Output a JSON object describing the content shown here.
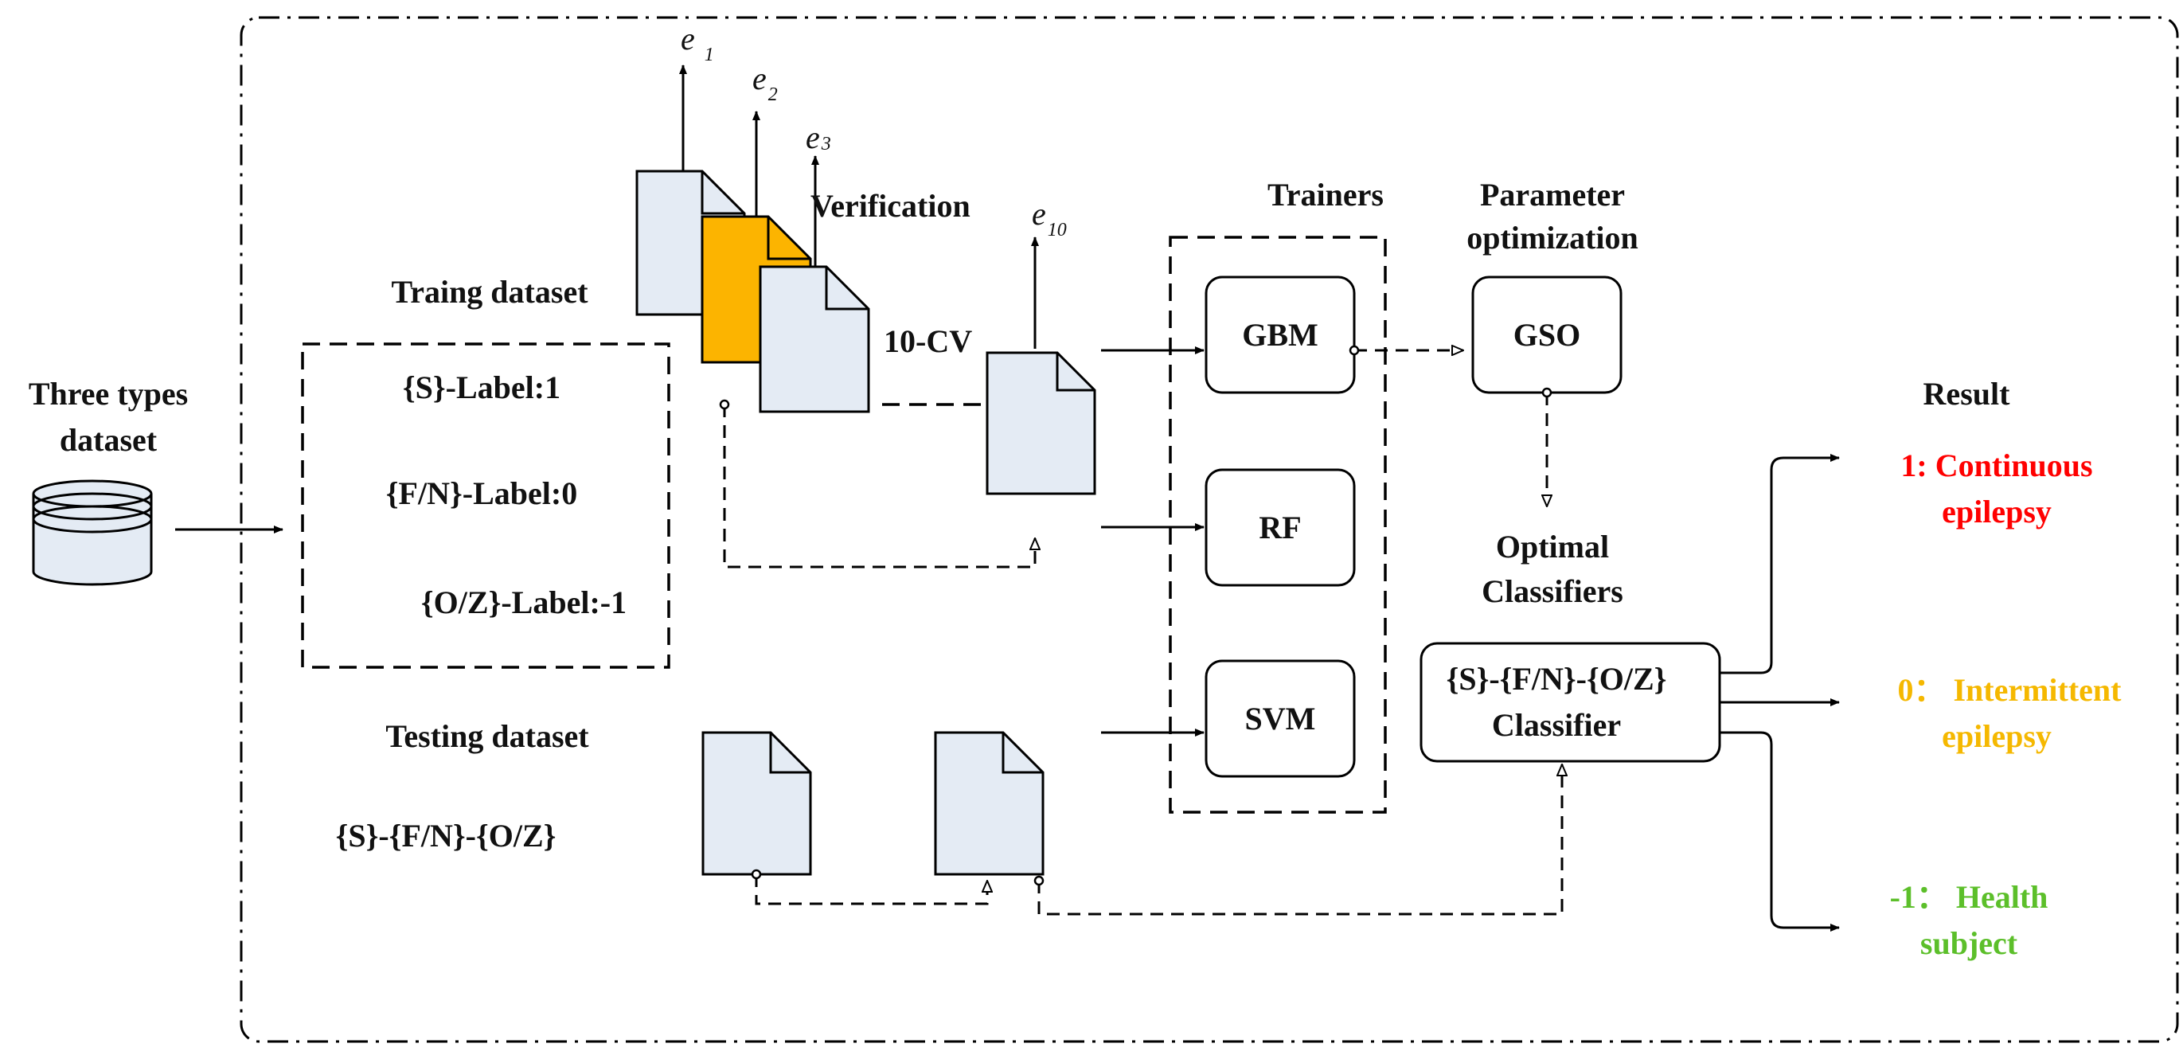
{
  "colors": {
    "doc_fill": "#e4ebf4",
    "doc_highlight": "#fcb400",
    "result_continuous": "#ff0000",
    "result_intermittent": "#f5b800",
    "result_health": "#5cbf2a",
    "line": "#000000"
  },
  "icons": {
    "database": "database-cylinder-icon",
    "document": "document-page-icon"
  },
  "input": {
    "line1": "Three types",
    "line2": "dataset"
  },
  "training": {
    "title": "Traing dataset",
    "label_s": "{S}-Label:1",
    "label_fn": "{F/N}-Label:0",
    "label_oz": "{O/Z}-Label:-1"
  },
  "testing": {
    "title": "Testing dataset",
    "classes": "{S}-{F/N}-{O/Z}"
  },
  "cv": {
    "verification": "Verification",
    "cv_label": "10-CV",
    "e1": {
      "base": "e",
      "sub": "1"
    },
    "e2": {
      "base": "e",
      "sub": "2"
    },
    "e3": {
      "base": "e",
      "sub": "3"
    },
    "e10": {
      "base": "e",
      "sub": "10"
    }
  },
  "trainers": {
    "title": "Trainers",
    "gbm": "GBM",
    "rf": "RF",
    "svm": "SVM"
  },
  "optimization": {
    "title_line1": "Parameter",
    "title_line2": "optimization",
    "gso": "GSO"
  },
  "classifier": {
    "title_line1": "Optimal",
    "title_line2": "Classifiers",
    "box_line1": "{S}-{F/N}-{O/Z}",
    "box_line2": "Classifier"
  },
  "result": {
    "title": "Result",
    "continuous_line1": "1: Continuous",
    "continuous_line2": "epilepsy",
    "intermittent_line1": "0： Intermittent",
    "intermittent_line2": "epilepsy",
    "health_line1": "-1： Health",
    "health_line2": "subject"
  }
}
